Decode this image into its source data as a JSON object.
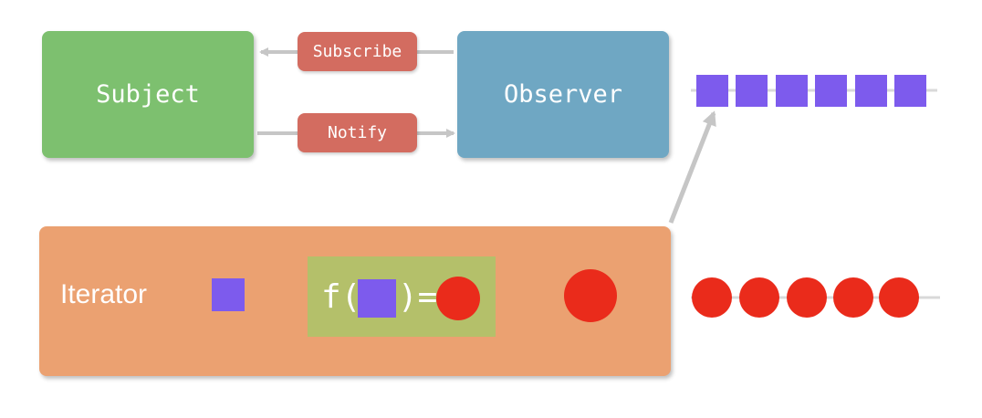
{
  "subject": {
    "label": "Subject"
  },
  "observer": {
    "label": "Observer"
  },
  "subscribe": {
    "label": "Subscribe"
  },
  "notify": {
    "label": "Notify"
  },
  "iterator": {
    "label": "Iterator"
  },
  "function": {
    "prefix": "f(",
    "mid": ")="
  },
  "streams": {
    "square_count": 6,
    "circle_count": 5
  },
  "colors": {
    "subject": "#7dc06f",
    "observer": "#6fa7c3",
    "pill": "#d36c60",
    "iterator": "#eba171",
    "function_box": "#b4c06a",
    "square": "#7d5bed",
    "circle": "#ea2b1b",
    "arrow": "#c6c6c6"
  }
}
